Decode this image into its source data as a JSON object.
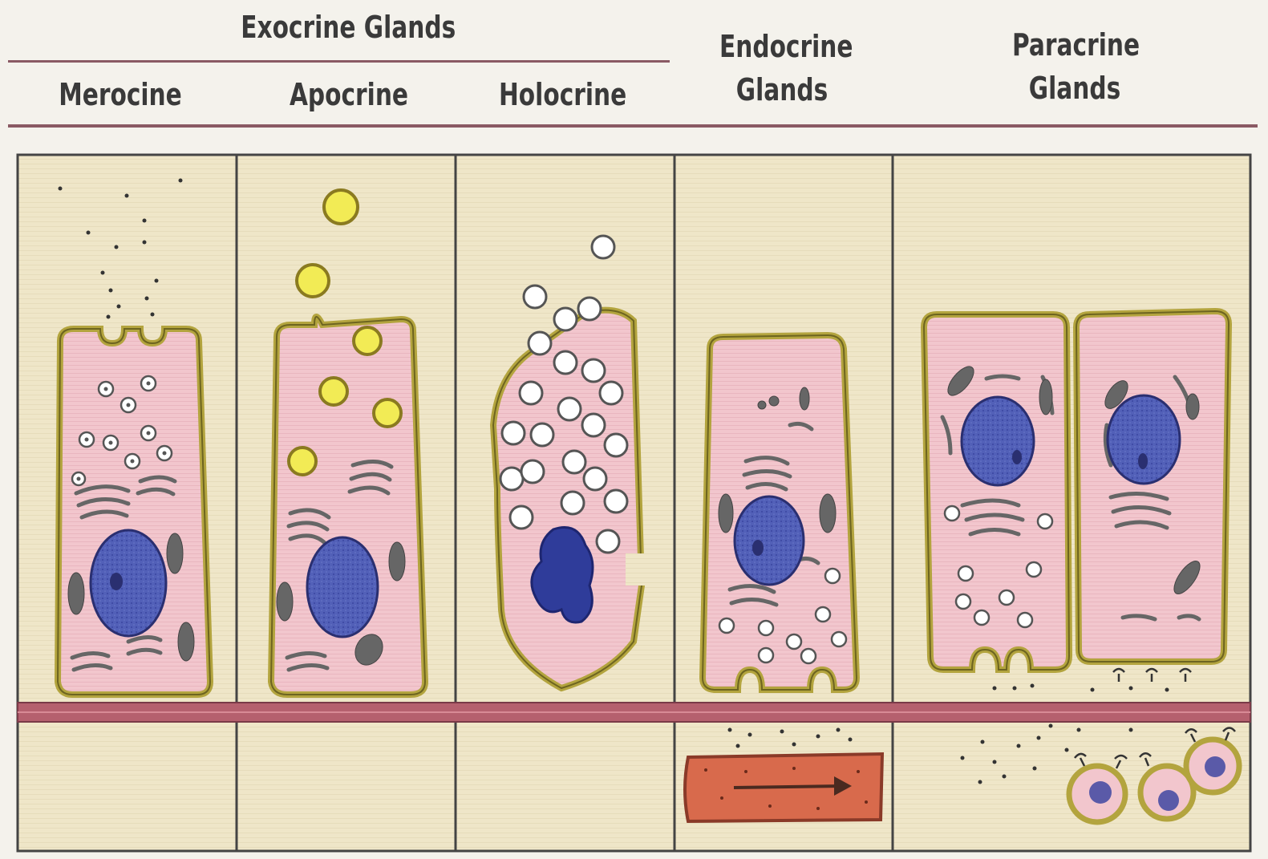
{
  "header": {
    "exocrine_group": "Exocrine Glands",
    "merocine": "Merocine",
    "apocrine": "Apocrine",
    "holocrine": "Holocrine",
    "endocrine_line1": "Endocrine",
    "endocrine_line2": "Glands",
    "paracrine_line1": "Paracrine",
    "paracrine_line2": "Glands"
  },
  "colors": {
    "background": "#efe6c8",
    "cytoplasm": "#f1c4cb",
    "membrane": "#b6a640",
    "nucleus": "#4f5cb5",
    "vesicle_yellow": "#f1ea56",
    "basement": "#b06070",
    "vessel": "#d9694a"
  }
}
